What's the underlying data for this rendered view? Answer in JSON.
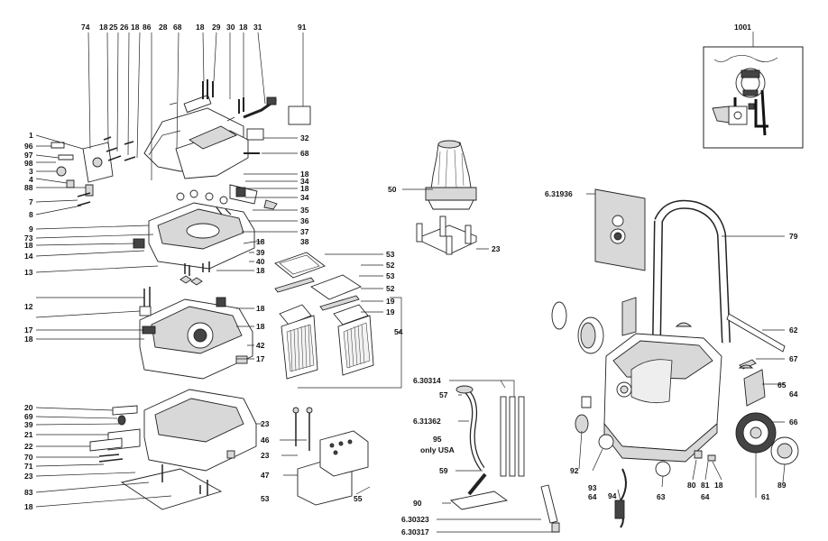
{
  "diagram": {
    "top_left_labels": {
      "l74": "74",
      "l18a": "18",
      "l25": "25",
      "l26": "26",
      "l18b": "18",
      "l86": "86",
      "l28": "28",
      "l68a": "68",
      "l18c": "18",
      "l29": "29",
      "l30": "30",
      "l18d": "18",
      "l31": "31",
      "l91": "91"
    },
    "left_column_labels": {
      "l1": "1",
      "l96": "96",
      "l97": "97",
      "l98": "98",
      "l3": "3",
      "l4": "4",
      "l88": "88",
      "l7": "7",
      "l8": "8",
      "l9": "9",
      "l73": "73",
      "l18e": "18",
      "l14": "14",
      "l13": "13",
      "l12": "12",
      "l17a": "17",
      "l18f": "18",
      "l20": "20",
      "l69": "69",
      "l39a": "39",
      "l21": "21",
      "l22": "22",
      "l70": "70",
      "l71": "71",
      "l23a": "23",
      "l83": "83",
      "l18g": "18"
    },
    "center_labels": {
      "l32": "32",
      "l68b": "68",
      "l18h": "18",
      "l34a": "34",
      "l18i": "18",
      "l34b": "34",
      "l35": "35",
      "l36": "36",
      "l37": "37",
      "l38": "38",
      "l18j": "18",
      "l39b": "39",
      "l40": "40",
      "l18k": "18",
      "l18l": "18",
      "l18m": "18",
      "l42": "42",
      "l17b": "17",
      "l23b": "23",
      "l46": "46",
      "l23c": "23",
      "l47": "47",
      "l53a": "53",
      "l55": "55"
    },
    "filter_labels": {
      "l53b": "53",
      "l52a": "52",
      "l53c": "53",
      "l52b": "52",
      "l19a": "19",
      "l19b": "19",
      "l54": "54",
      "l50": "50",
      "l23d": "23"
    },
    "accessory_labels": {
      "l630314": "6.30314",
      "l57": "57",
      "l631362": "6.31362",
      "l95": "95",
      "only_usa": "only USA",
      "l59": "59",
      "l90": "90",
      "l630323": "6.30323",
      "l630317": "6.30317"
    },
    "right_labels": {
      "l1001": "1001",
      "l631936": "6.31936",
      "l79": "79",
      "l62": "62",
      "l67": "67",
      "l65": "65",
      "l64a": "64",
      "l66": "66",
      "l92": "92",
      "l93": "93",
      "l64b": "64",
      "l94": "94",
      "l63": "63",
      "l80": "80",
      "l81": "81",
      "l18n": "18",
      "l64c": "64",
      "l61": "61",
      "l89": "89"
    }
  }
}
